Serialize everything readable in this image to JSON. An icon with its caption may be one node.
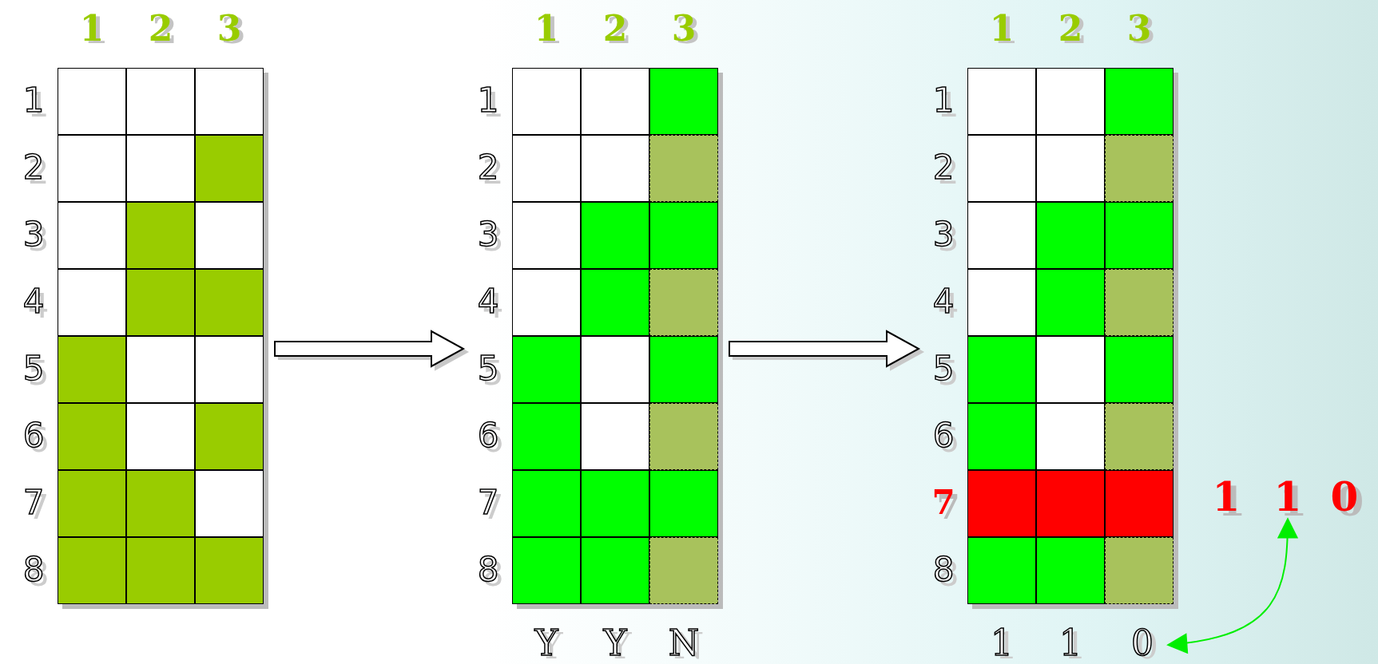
{
  "diagram": {
    "nodes": [
      {
        "text": [],
        "shape": "grid"
      },
      {
        "text": [],
        "shape": "grid"
      },
      {
        "text": [],
        "shape": "grid"
      },
      {
        "text": [
          "0"
        ]
      },
      {
        "text": [
          "1"
        ]
      }
    ],
    "edges": [
      {
        "from": 0,
        "to": 1,
        "arrow": "to"
      },
      {
        "from": 1,
        "to": 2,
        "arrow": "to"
      },
      {
        "from": 3,
        "to": 4,
        "arrow": "both",
        "color": "#00ee00"
      }
    ],
    "labels": [
      "1",
      "2",
      "3",
      "1",
      "2",
      "3",
      "4",
      "5",
      "6",
      "7",
      "8",
      "1",
      "2",
      "3",
      "1",
      "2",
      "3",
      "4",
      "5",
      "6",
      "7",
      "8",
      "1",
      "2",
      "3",
      "1",
      "2",
      "3",
      "4",
      "5",
      "6",
      "7",
      "8",
      "Y",
      "Y",
      "N",
      "1",
      "1",
      "1",
      "0"
    ]
  }
}
